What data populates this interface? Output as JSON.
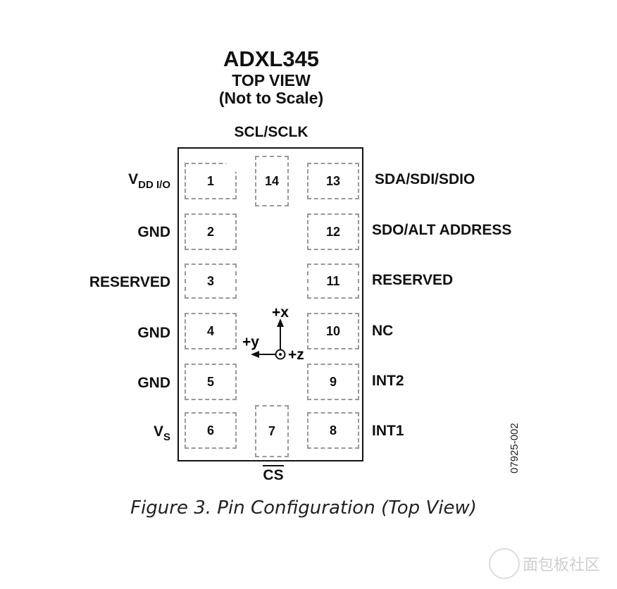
{
  "header": {
    "part": "ADXL345",
    "view": "TOP VIEW",
    "scale": "(Not to Scale)"
  },
  "pins": [
    {
      "n": "1",
      "label": "V",
      "sub": "DD I/O"
    },
    {
      "n": "2",
      "label": "GND"
    },
    {
      "n": "3",
      "label": "RESERVED"
    },
    {
      "n": "4",
      "label": "GND"
    },
    {
      "n": "5",
      "label": "GND"
    },
    {
      "n": "6",
      "label": "V",
      "sub": "S"
    },
    {
      "n": "7",
      "label": "CS"
    },
    {
      "n": "8",
      "label": "INT1"
    },
    {
      "n": "9",
      "label": "INT2"
    },
    {
      "n": "10",
      "label": "NC"
    },
    {
      "n": "11",
      "label": "RESERVED"
    },
    {
      "n": "12",
      "label": "SDO/ALT ADDRESS"
    },
    {
      "n": "13",
      "label": "SDA/SDI/SDIO"
    },
    {
      "n": "14",
      "label": "SCL/SCLK"
    }
  ],
  "axes": {
    "x": "+x",
    "y": "+y",
    "z": "+z"
  },
  "caption": "Figure 3. Pin Configuration (Top View)",
  "figure_code": "07925-002",
  "watermark": "面包板社区"
}
